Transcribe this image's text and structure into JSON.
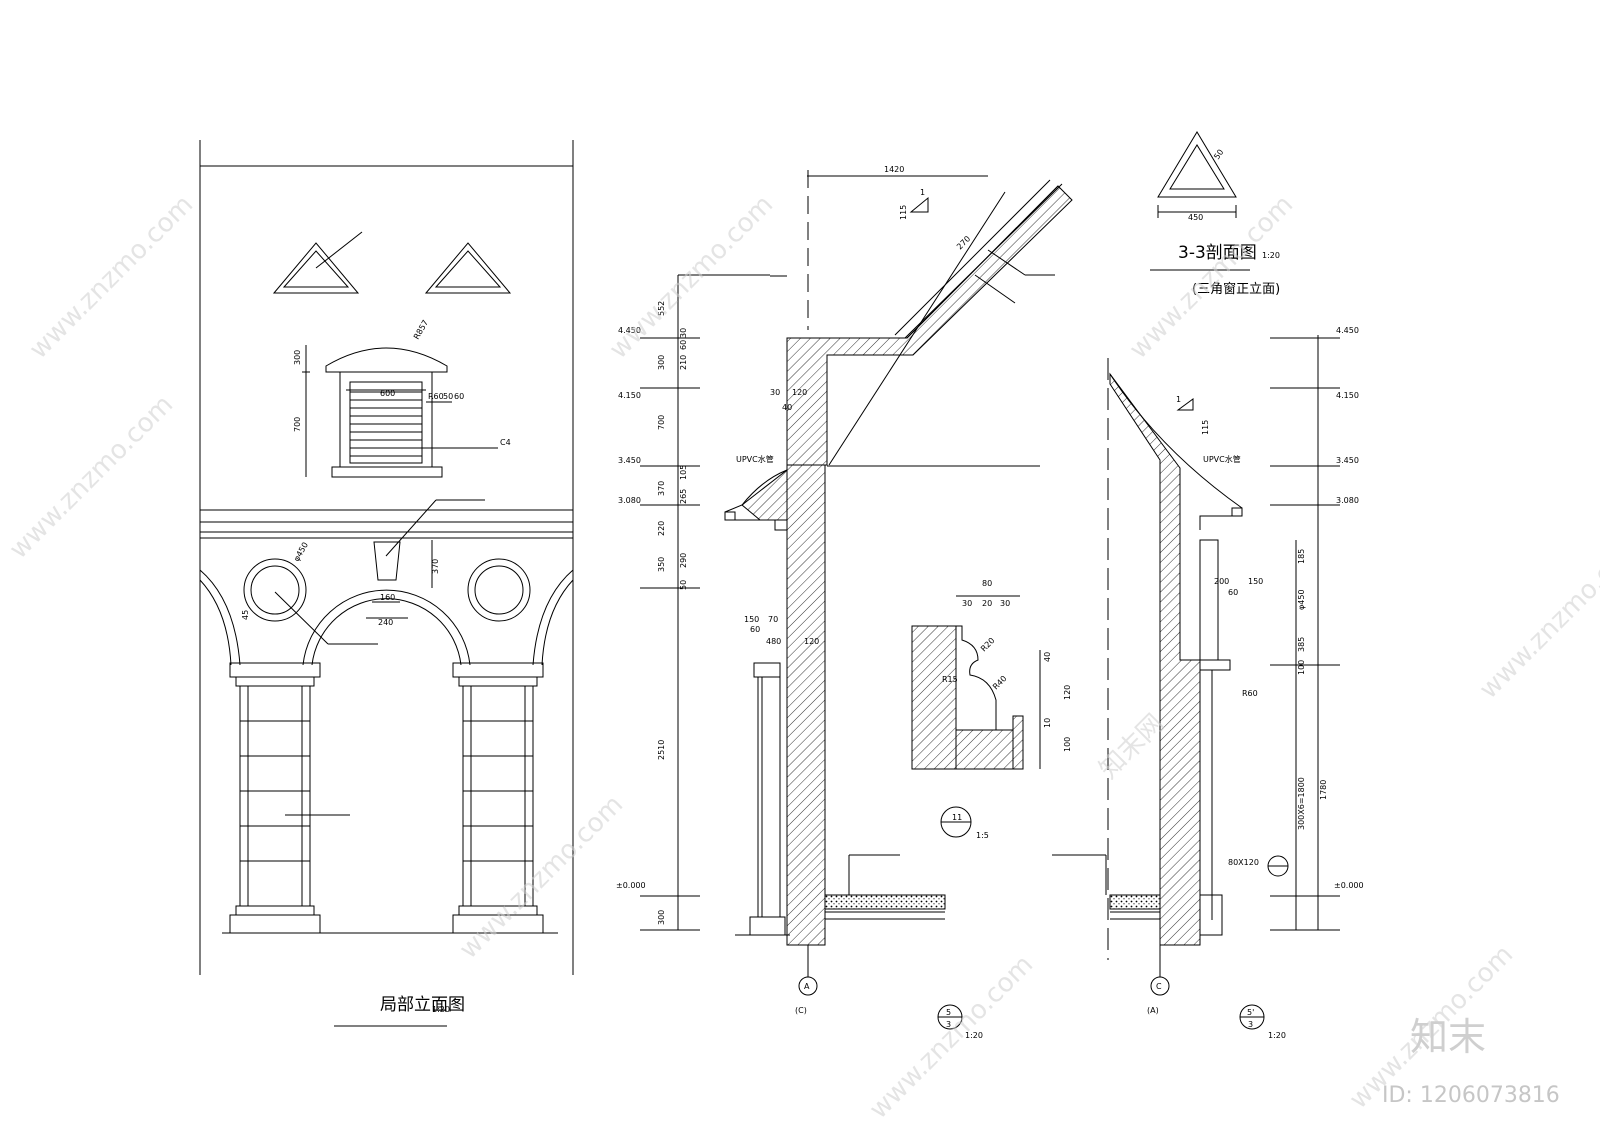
{
  "titles": {
    "local_elevation": "局部立面图",
    "local_elevation_scale": "1:20",
    "section33": "3-3剖面图",
    "section33_scale": "1:20",
    "section33_sub": "(三角窗正立面)",
    "detail11_num": "11",
    "detail11_scale": "1:5",
    "sec5_num": "5",
    "sec5_den": "3",
    "sec5_scale": "1:20",
    "sec5p_num": "5'",
    "sec5p_den": "3",
    "sec5p_scale": "1:20"
  },
  "axes": {
    "a": "A",
    "c": "C",
    "a_paren": "(C)",
    "c_paren": "(A)"
  },
  "elevation_dims": {
    "r857": "R857",
    "d300": "300",
    "d700": "700",
    "d600": "600",
    "d60": "60",
    "d50": "50",
    "r60": "R60",
    "c4": "C4",
    "d450": "φ450",
    "d370": "370",
    "d160": "160",
    "d240": "240",
    "d45": "45"
  },
  "levels": {
    "l4450": "4.450",
    "l4150": "4.150",
    "l3450": "3.450",
    "l3080": "3.080",
    "l0": "±0.000"
  },
  "section_dims": {
    "d1420": "1420",
    "d552": "552",
    "d30": "30",
    "d300": "300",
    "d210": "210",
    "d60": "60",
    "d700": "700",
    "d370": "370",
    "d105": "105",
    "d265": "265",
    "d220": "220",
    "d350": "350",
    "d290": "290",
    "d50": "50",
    "d2510": "2510",
    "d150": "150",
    "d120": "120",
    "d480": "480",
    "d70": "70",
    "d40": "40",
    "d270": "270",
    "d115": "115",
    "d1": "1",
    "upvc": "UPVC水管"
  },
  "right_dims": {
    "d185": "185",
    "d450": "φ450",
    "d385": "385",
    "d100": "100",
    "d1780": "1780",
    "d300x6": "300X6=1800",
    "d200": "200",
    "r60": "R60",
    "d80x120": "80X120",
    "d150": "150",
    "d60": "60"
  },
  "detail_dims": {
    "d80": "80",
    "d30a": "30",
    "d20": "20",
    "d30b": "30",
    "r20": "R20",
    "r15": "R15",
    "r40": "R40",
    "d120": "120",
    "d100": "100",
    "d10": "10",
    "d40": "40"
  },
  "triangle_dims": {
    "d450": "450",
    "d50": "50"
  },
  "watermark": {
    "url": "www.znzmo.com",
    "site": "知末网",
    "logo": "知末",
    "id": "ID: 1206073816"
  },
  "colors": {
    "line": "#000000",
    "watermark": "#cfcfcf"
  }
}
